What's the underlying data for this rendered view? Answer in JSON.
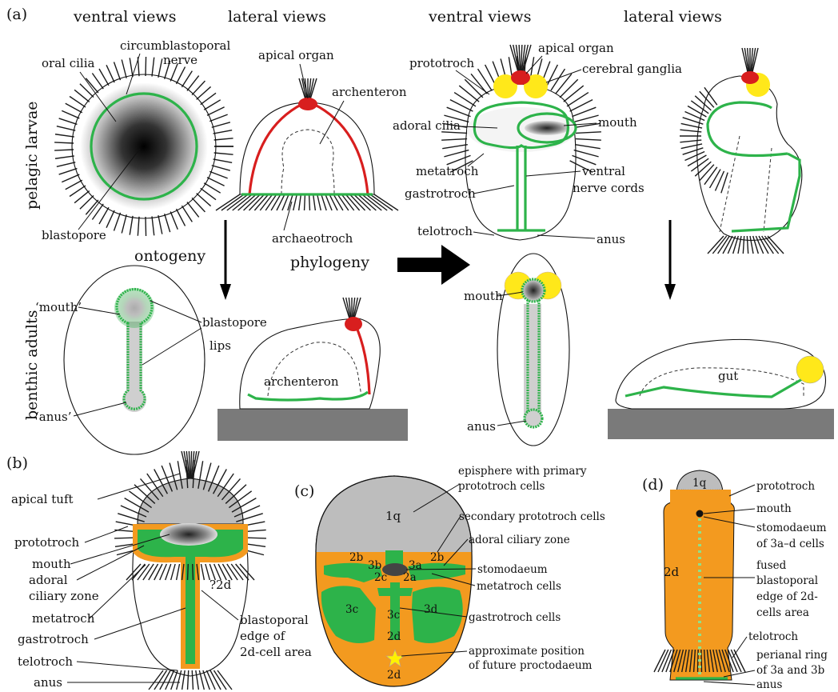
{
  "panel_a": {
    "label": "(a)",
    "headers": {
      "ventral_left": "ventral views",
      "lateral_left": "lateral views",
      "ventral_right": "ventral views",
      "lateral_right": "lateral views"
    },
    "row_labels": {
      "pelagic": "pelagic larvae",
      "benthic": "benthic adults"
    },
    "arrows": {
      "ontogeny": "ontogeny",
      "phylogeny": "phylogeny"
    },
    "labels": {
      "oral_cilia": "oral cilia",
      "circumblastoporal": "circumblastoporal",
      "nerve": "nerve",
      "blastopore": "blastopore",
      "apical_organ_1": "apical organ",
      "archenteron_1": "archenteron",
      "archaeotroch": "archaeotroch",
      "apical_organ_2": "apical organ",
      "cerebral_ganglia": "cerebral ganglia",
      "prototroch": "prototroch",
      "adoral_cilia": "adoral cilia",
      "mouth_1": "mouth",
      "metatroch": "metatroch",
      "ventral": "ventral",
      "nerve_cords": "nerve cords",
      "gastrotroch": "gastrotroch",
      "telotroch": "telotroch",
      "anus_1": "anus",
      "mouth_q": "‘mouth’",
      "blastopore_lips_1": "blastopore",
      "blastopore_lips_2": "lips",
      "anus_q": "‘anus’",
      "archenteron_2": "archenteron",
      "mouth_2": "mouth",
      "anus_2": "anus",
      "gut": "gut"
    }
  },
  "panel_b": {
    "label": "(b)",
    "labels": {
      "apical_tuft": "apical tuft",
      "prototroch": "prototroch",
      "mouth": "mouth",
      "adoral": "adoral",
      "ciliary_zone": "ciliary zone",
      "metatroch": "metatroch",
      "gastrotroch": "gastrotroch",
      "telotroch": "telotroch",
      "anus": "anus",
      "q2d": "?2d",
      "bp1": "blastoporal",
      "bp2": "edge of",
      "bp3": "2d-cell area"
    }
  },
  "panel_c": {
    "label": "(c)",
    "cells": {
      "q1": "1q",
      "b2_left": "2b",
      "b2_right": "2b",
      "b3": "3b",
      "a3": "3a",
      "c2": "2c",
      "a2": "2a",
      "c3_left": "3c",
      "d3": "3d",
      "c3_mid": "3c",
      "d2_top": "2d",
      "d2_bottom": "2d"
    },
    "labels": {
      "episphere1": "episphere with primary",
      "episphere2": "prototroch cells",
      "secondary": "secondary prototroch cells",
      "adoral": "adoral ciliary zone",
      "stomodaeum": "stomodaeum",
      "metatroch": "metatroch cells",
      "gastrotroch": "gastrotroch cells",
      "approx1": "approximate position",
      "approx2": "of future proctodaeum"
    }
  },
  "panel_d": {
    "label": "(d)",
    "cells": {
      "q1": "1q",
      "d2": "2d"
    },
    "labels": {
      "prototroch": "prototroch",
      "mouth": "mouth",
      "stomo1": "stomodaeum",
      "stomo2": "of 3a–d cells",
      "fused1": "fused",
      "fused2": "blastoporal",
      "fused3": "edge of 2d-",
      "fused4": "cells area",
      "telotroch": "telotroch",
      "perianal1": "perianal ring",
      "perianal2": "of 3a and 3b",
      "anus": "anus"
    }
  },
  "colors": {
    "nerve_green": "#2db34a",
    "apical_red": "#d81e1e",
    "ganglia_yellow": "#ffe81a",
    "cell_orange": "#f39a1f",
    "episphere_grey": "#bdbdbd",
    "substrate_grey": "#7a7a7a"
  }
}
